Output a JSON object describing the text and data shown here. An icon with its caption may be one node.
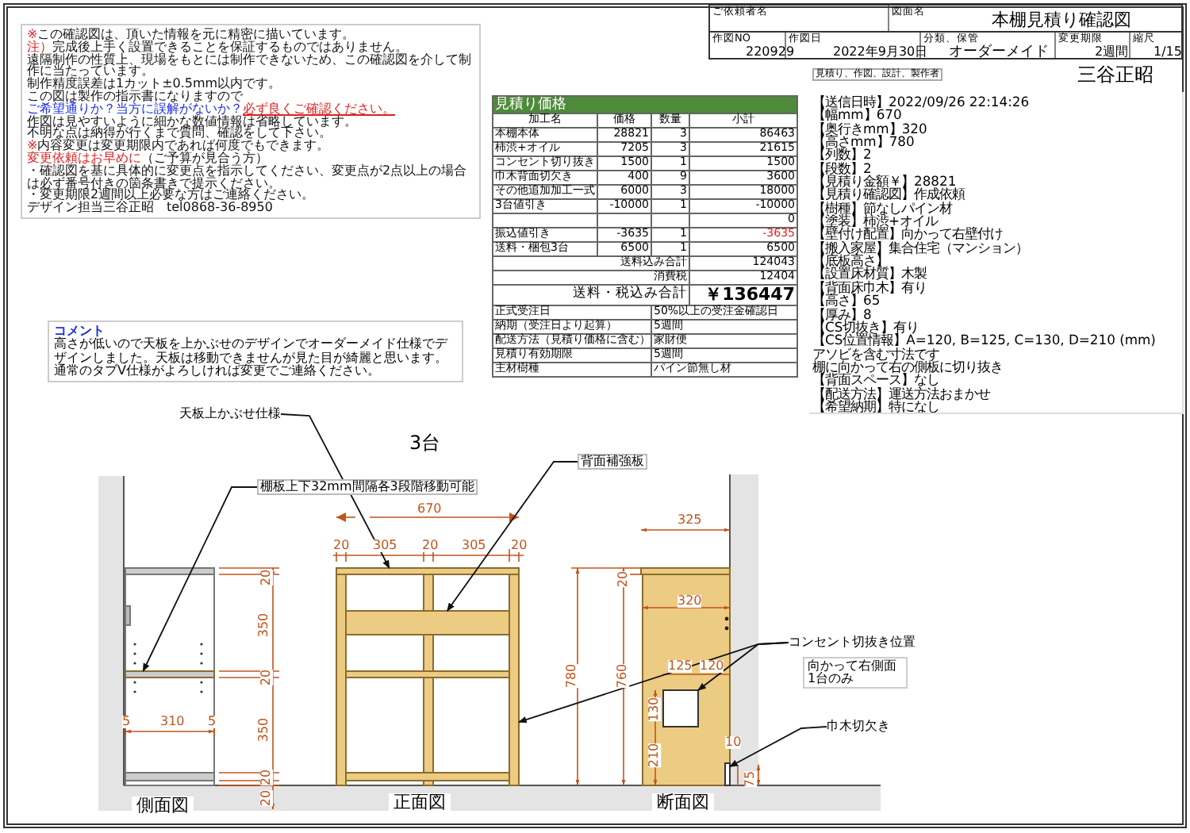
{
  "diagram": {
    "title": "本棚見積り確認図",
    "nodes": [
      {
        "text": [
          "天板上かぶせ仕様"
        ]
      },
      {
        "text": [],
        "shape": "bar"
      },
      {
        "text": [
          "棚板上下32mm間隔各3段階移動可能"
        ]
      },
      {
        "text": [],
        "shape": "bar"
      },
      {
        "text": [
          "背面補強板"
        ]
      },
      {
        "text": [],
        "shape": "bar"
      },
      {
        "text": [
          "コンセント切抜き位置"
        ],
        "beside": [
          "向かって右側面 1台のみ"
        ]
      },
      {
        "text": [],
        "shape": "bar"
      },
      {
        "text": [],
        "shape": "box"
      },
      {
        "text": [
          "巾木切欠き"
        ]
      },
      {
        "text": [],
        "shape": "box"
      }
    ],
    "edges": [
      {
        "from": 0,
        "to": 1,
        "arrow": "to"
      },
      {
        "from": 2,
        "to": 3,
        "arrow": "to"
      },
      {
        "from": 4,
        "to": 5,
        "arrow": "to"
      },
      {
        "from": 6,
        "to": 7,
        "arrow": "to"
      },
      {
        "from": 6,
        "to": 8,
        "arrow": "to"
      },
      {
        "from": 9,
        "to": 10,
        "arrow": "to"
      }
    ],
    "labels": [
      "※この確認図は、頂いた情報を元に精密に描いています。",
      "注）完成後上手く設置できることを保証するものではありません。",
      "遠隔制作の性質上、現場をもとには制作できないため、この確認図を介して制作に当たっています。",
      "制作精度誤差は1カット±0.5mm以内です。",
      "この図は製作の指示書になりますので",
      "ご希望通りか？当方に誤解がないか？",
      "必ず良くご確認ください。",
      "作図は見やすいように細かな数値情報は省略しています。",
      "不明な点は納得が行くまで質問、確認をして下さい。",
      "※内容変更は変更期限内であれば何度でもできます。",
      "変更依頼はお早めに",
      "（ご予算が見合う方）",
      "・確認図を基に具体的に変更点を指示してください、変更点が2点以上の場合は必ず番号付きの箇条書きで提示ください。",
      "・変更期限2週間以上必要な方はご連絡ください。",
      "デザイン担当三谷正昭　tel0868-36-8950",
      "ご依頼者名",
      "図面名",
      "作図NO",
      "220929",
      "作図日",
      "2022年9月30日",
      "分類、保管",
      "オーダーメイド",
      "変更期限",
      "2週間",
      "縮尺",
      "1/15",
      "見積り、作図、設計、製作者",
      "三谷正昭",
      "見積り価格",
      "加工名",
      "価格",
      "数量",
      "小計",
      "本棚本体",
      "28821",
      "3",
      "86463",
      "柿渋+オイル",
      "7205",
      "3",
      "21615",
      "コンセント切り抜き",
      "1500",
      "1",
      "1500",
      "巾木背面切欠き",
      "400",
      "9",
      "3600",
      "その他追加加工一式",
      "6000",
      "3",
      "18000",
      "3台値引き",
      "-10000",
      "1",
      "-10000",
      "0",
      "振込値引き",
      "-3635",
      "1",
      "-3635",
      "送料・梱包3台",
      "6500",
      "1",
      "6500",
      "送料込み合計",
      "124043",
      "消費税",
      "12404",
      "送料・税込み合計",
      "￥136447",
      "正式受注日",
      "50%以上の受注金確認日",
      "納期（受注日より起算）",
      "5週間",
      "配送方法（見積り価格に含む）",
      "家財便",
      "見積り有効期限",
      "5週間",
      "主材樹種",
      "パイン節無し材",
      "【送信日時】2022/09/26 22:14:26",
      "【幅mm】670",
      "【奥行きmm】320",
      "【高さmm】780",
      "【列数】2",
      "【段数】2",
      "【見積り金額￥】28821",
      "【見積り確認図】作成依頼",
      "【樹種】節なしパイン材",
      "【塗装】柿渋+オイル",
      "【壁付け配置】向かって右壁付け",
      "【搬入家屋】集合住宅（マンション）",
      "【底板高さ】",
      "【設置床材質】木製",
      "【背面床巾木】有り",
      "【高さ】65",
      "【厚み】8",
      "【CS切抜き】有り",
      "【CS位置情報】A=120, B=125, C=130, D=210 (mm)",
      "アソビを含む寸法です",
      "棚に向かって右の側板に切り抜き",
      "【背面スペース】なし",
      "【配送方法】運送方法おまかせ",
      "【希望納期】特になし",
      "コメント",
      "高さが低いので天板を上かぶせのデザインでオーダーメイド仕様でデザインしました。天板は移動できませんが見た目が綺麗と思います。通常のタブV仕様がよろしければ変更でご連絡ください。",
      "3台",
      "20",
      "350",
      "20",
      "350",
      "20",
      "20",
      "5",
      "310",
      "5",
      "670",
      "20",
      "305",
      "20",
      "305",
      "20",
      "780",
      "325",
      "20",
      "320",
      "760",
      "125",
      "120",
      "130",
      "210",
      "10",
      "75",
      "側面図",
      "正面図",
      "断面図"
    ]
  }
}
